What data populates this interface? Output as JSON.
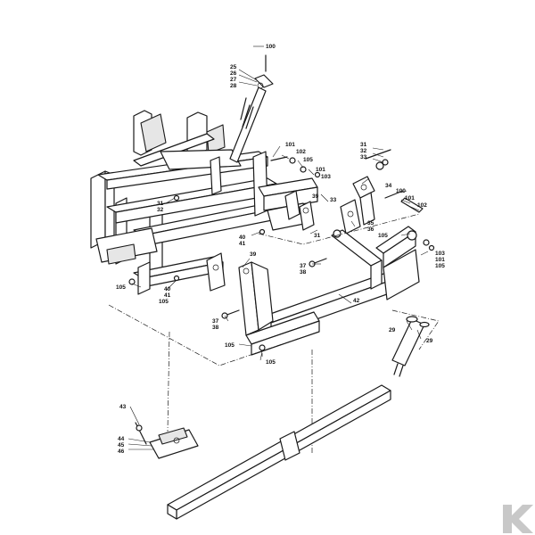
{
  "labels": {
    "l100a": "100",
    "l25": "25",
    "l26": "26",
    "l27": "27",
    "l28": "28",
    "l101a": "101",
    "l102a": "102",
    "l105a": "105",
    "l101b": "101",
    "l103a": "103",
    "l31a": "31",
    "l32a": "32",
    "l33a": "33",
    "l34": "34",
    "l33b": "33",
    "l39a": "39",
    "l35": "35",
    "l36": "36",
    "l100b": "100",
    "l101c": "101",
    "l102b": "102",
    "l31b": "31",
    "l32b": "32",
    "l40a": "40",
    "l41a": "41",
    "l31c": "31",
    "l105b": "105",
    "l103b": "103",
    "l101d": "101",
    "l105c": "105",
    "l37a": "37",
    "l38a": "38",
    "l39b": "39",
    "l105d": "105",
    "l40b": "40",
    "l41b": "41",
    "l105e": "105",
    "l42": "42",
    "l37b": "37",
    "l38b": "38",
    "l29a": "29",
    "l29b": "29",
    "l105f": "105",
    "l105g": "105",
    "l43": "43",
    "l44": "44",
    "l45": "45",
    "l46": "46"
  },
  "brand_mark": "K"
}
